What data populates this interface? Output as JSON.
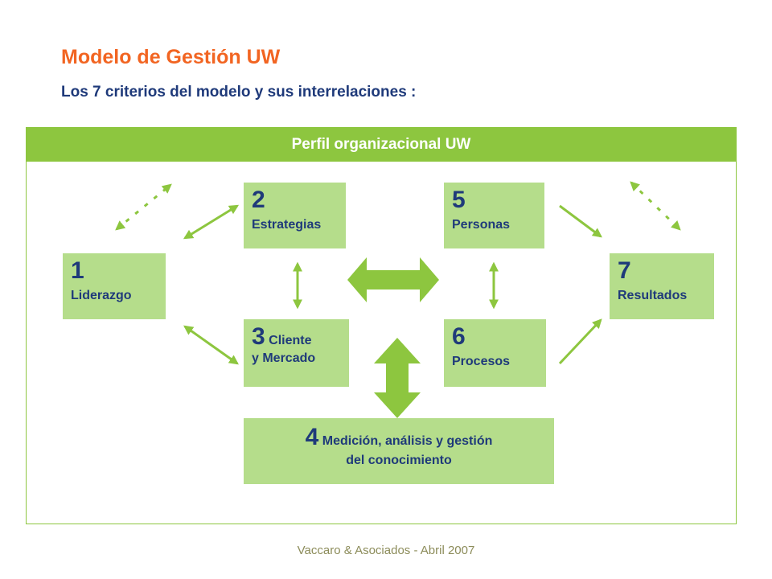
{
  "header": {
    "title": "Modelo de Gestión UW",
    "subtitle": "Los 7 criterios del modelo y sus interrelaciones :"
  },
  "banner": {
    "label": "Perfil organizacional UW"
  },
  "criteria": {
    "c1": {
      "number": "1",
      "label": "Liderazgo"
    },
    "c2": {
      "number": "2",
      "label": "Estrategias"
    },
    "c3": {
      "number": "3",
      "label_line1": "Cliente",
      "label_line2": "y Mercado"
    },
    "c4": {
      "number": "4",
      "label_line1": "Medición, análisis y gestión",
      "label_line2": "del conocimiento"
    },
    "c5": {
      "number": "5",
      "label": "Personas"
    },
    "c6": {
      "number": "6",
      "label": "Procesos"
    },
    "c7": {
      "number": "7",
      "label": "Resultados"
    }
  },
  "footer": {
    "text": "Vaccaro & Asociados - Abril 2007"
  },
  "colors": {
    "title": "#F26522",
    "text": "#1F3A7A",
    "banner": "#8DC63F",
    "box": "#B5DD8B",
    "arrow": "#8DC63F"
  }
}
